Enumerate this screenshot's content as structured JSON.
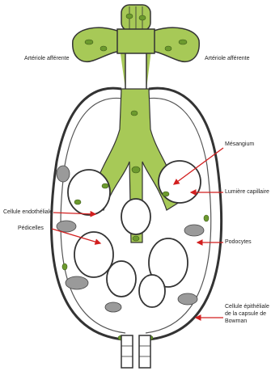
{
  "labels": {
    "arteriole_left": "Artériole afférente",
    "arteriole_right": "Artériole afférente",
    "mesangium": "Mésangium",
    "lumiere_capillaire": "Lumière capillaire",
    "cellule_endotheliale": "Cellule endothéliale",
    "pedicelles": "Pédicelles",
    "podocytes": "Podocytes",
    "cellule_epitheliale": "Cellule épithéliale de la capsule de Bowman"
  },
  "colors": {
    "mesangium_green": "#a7c957",
    "nucleus_green": "#6c9a2e",
    "outline": "#333333",
    "podocyte_grey": "#9a9a9a",
    "podocyte_light": "#c8c8c8",
    "arrow_red": "#d21f1f"
  }
}
